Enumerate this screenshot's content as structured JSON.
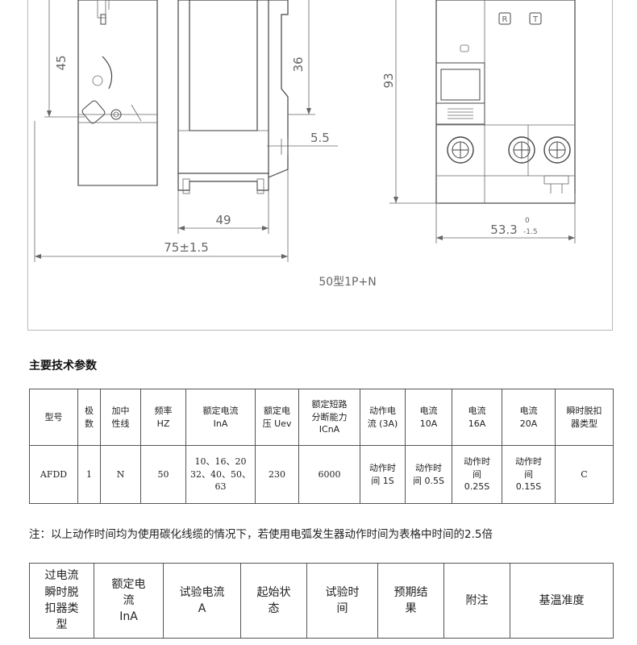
{
  "drawing": {
    "dim_45": "45",
    "dim_36": "36",
    "dim_5_5": "5.5",
    "dim_49": "49",
    "dim_75": "75±1.5",
    "dim_93": "93",
    "dim_53_main": "53.3",
    "dim_53_upper": "0",
    "dim_53_lower": "-1.5",
    "model_caption": "50型1P+N",
    "button_r": "R",
    "button_t": "T"
  },
  "section_title": "主要技术参数",
  "spec_table": {
    "headers": [
      [
        "型号"
      ],
      [
        "极",
        "数"
      ],
      [
        "加中",
        "性线"
      ],
      [
        "频率",
        "HZ"
      ],
      [
        "额定电流",
        "InA"
      ],
      [
        "额定电",
        "压 Uev"
      ],
      [
        "额定短路",
        "分断能力",
        "ICnA"
      ],
      [
        "动作电",
        "流 (3A)"
      ],
      [
        "电流",
        "10A"
      ],
      [
        "电流",
        "16A"
      ],
      [
        "电流",
        "20A"
      ],
      [
        "瞬时脱扣",
        "器类型"
      ]
    ],
    "row": [
      [
        "AFDD"
      ],
      [
        "1"
      ],
      [
        "N"
      ],
      [
        "50"
      ],
      [
        "10、16、20",
        "32、40、50、",
        "63"
      ],
      [
        "230"
      ],
      [
        "6000"
      ],
      [
        "动作时",
        "间 1S"
      ],
      [
        "动作时",
        "间 0.5S"
      ],
      [
        "动作时",
        "间",
        "0.25S"
      ],
      [
        "动作时",
        "间",
        "0.15S"
      ],
      [
        "C"
      ]
    ]
  },
  "note": "注：以上动作时间均为使用碳化线缆的情况下，若使用电弧发生器动作时间为表格中时间的2.5倍",
  "trip_table": {
    "headers": [
      [
        "过电流",
        "瞬时脱",
        "扣器类",
        "型"
      ],
      [
        "额定电",
        "流",
        "InA"
      ],
      [
        "试验电流",
        "A"
      ],
      [
        "起始状",
        "态"
      ],
      [
        "试验时",
        "间"
      ],
      [
        "预期结",
        "果"
      ],
      [
        "附注"
      ],
      [
        "基温准度"
      ]
    ]
  }
}
